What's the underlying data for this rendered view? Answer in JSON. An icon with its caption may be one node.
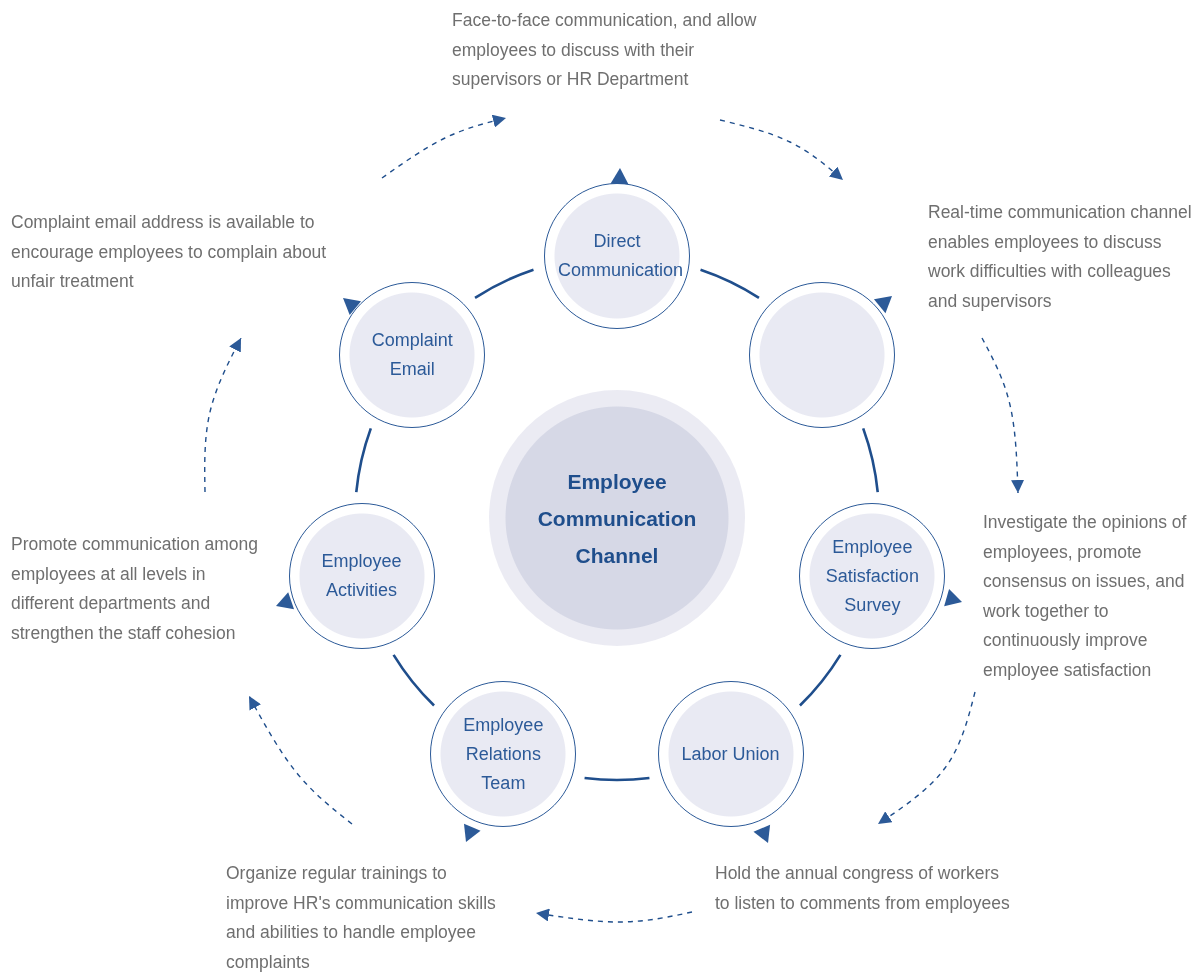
{
  "diagram": {
    "nodes": [
      {
        "text": [
          "Employee Communication Channel"
        ]
      },
      {
        "text": [
          "Direct Communication"
        ]
      },
      {
        "text": [],
        "shape": "circle"
      },
      {
        "text": [
          "Employee Satisfaction Survey"
        ]
      },
      {
        "text": [
          "Labor Union"
        ]
      },
      {
        "text": [
          "Employee Relations Team"
        ]
      },
      {
        "text": [
          "Employee Activities"
        ]
      },
      {
        "text": [
          "Complaint Email"
        ]
      },
      {
        "text": [
          "Face-to-face communication, and allow employees to discuss with their supervisors or HR Department"
        ]
      },
      {
        "text": [
          "Real-time communication channel enables employees to discuss work difficulties with colleagues and supervisors"
        ]
      },
      {
        "text": [
          "Investigate the opinions of employees, promote consensus on issues, and work together to continuously improve employee satisfaction"
        ]
      },
      {
        "text": [
          "Hold the annual congress of workers to listen to comments from employees"
        ]
      },
      {
        "text": [
          "Organize regular trainings to improve HR's communication skills and abilities to handle employee complaints"
        ]
      },
      {
        "text": [
          "Promote communication among employees at all levels in different departments and strengthen the staff cohesion"
        ]
      },
      {
        "text": [
          "Complaint email address is available to encourage employees to complain about unfair treatment"
        ]
      }
    ],
    "edges": [
      {
        "from": 1,
        "to": 2,
        "arrow": "none"
      },
      {
        "from": 2,
        "to": 3,
        "arrow": "none"
      },
      {
        "from": 3,
        "to": 4,
        "arrow": "none"
      },
      {
        "from": 4,
        "to": 5,
        "arrow": "none"
      },
      {
        "from": 5,
        "to": 6,
        "arrow": "none"
      },
      {
        "from": 6,
        "to": 7,
        "arrow": "none"
      },
      {
        "from": 7,
        "to": 1,
        "arrow": "none"
      },
      {
        "from": 14,
        "to": 8,
        "arrow": "to",
        "style": "dashed"
      },
      {
        "from": 8,
        "to": 9,
        "arrow": "to",
        "style": "dashed"
      },
      {
        "from": 9,
        "to": 10,
        "arrow": "to",
        "style": "dashed"
      },
      {
        "from": 10,
        "to": 11,
        "arrow": "to",
        "style": "dashed"
      },
      {
        "from": 11,
        "to": 12,
        "arrow": "to",
        "style": "dashed"
      },
      {
        "from": 12,
        "to": 13,
        "arrow": "to",
        "style": "dashed"
      },
      {
        "from": 13,
        "to": 14,
        "arrow": "to",
        "style": "dashed"
      }
    ]
  }
}
